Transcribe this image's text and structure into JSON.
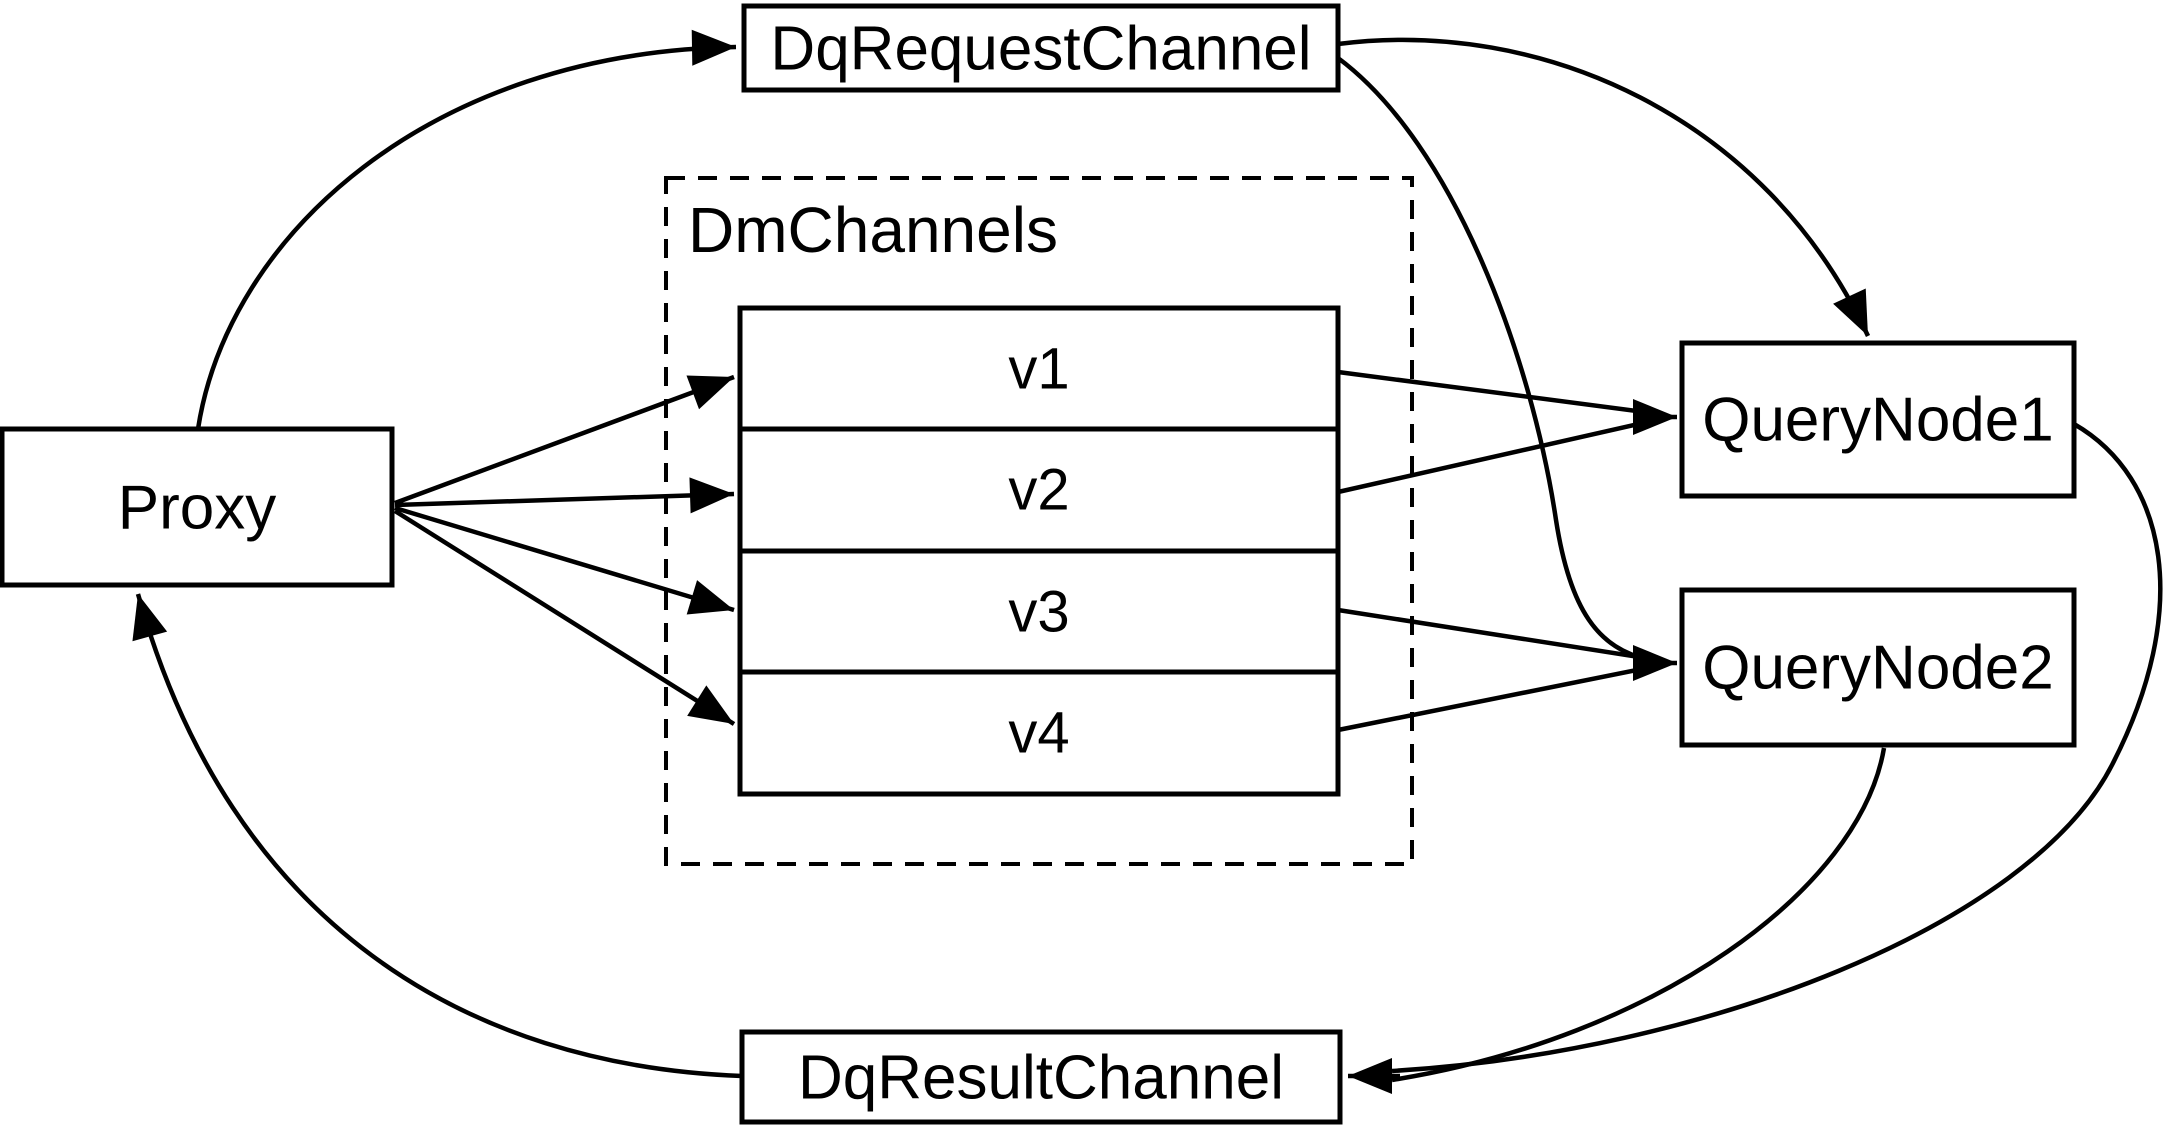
{
  "diagram": {
    "background_color": "#ffffff",
    "line_color": "#000000",
    "nodes": {
      "proxy": {
        "label": "Proxy"
      },
      "dq_request_channel": {
        "label": "DqRequestChannel"
      },
      "dm_channels": {
        "label": "DmChannels",
        "channels": [
          {
            "label": "v1"
          },
          {
            "label": "v2"
          },
          {
            "label": "v3"
          },
          {
            "label": "v4"
          }
        ]
      },
      "query_node_1": {
        "label": "QueryNode1"
      },
      "query_node_2": {
        "label": "QueryNode2"
      },
      "dq_result_channel": {
        "label": "DqResultChannel"
      }
    },
    "edges": [
      {
        "from": "proxy",
        "to": "dq_request_channel"
      },
      {
        "from": "proxy",
        "to": "v1"
      },
      {
        "from": "proxy",
        "to": "v2"
      },
      {
        "from": "proxy",
        "to": "v3"
      },
      {
        "from": "proxy",
        "to": "v4"
      },
      {
        "from": "v1",
        "to": "query_node_1"
      },
      {
        "from": "v2",
        "to": "query_node_1"
      },
      {
        "from": "v3",
        "to": "query_node_2"
      },
      {
        "from": "v4",
        "to": "query_node_2"
      },
      {
        "from": "dq_request_channel",
        "to": "query_node_1"
      },
      {
        "from": "dq_request_channel",
        "to": "query_node_2"
      },
      {
        "from": "query_node_1",
        "to": "dq_result_channel"
      },
      {
        "from": "query_node_2",
        "to": "dq_result_channel"
      },
      {
        "from": "dq_result_channel",
        "to": "proxy"
      }
    ]
  }
}
